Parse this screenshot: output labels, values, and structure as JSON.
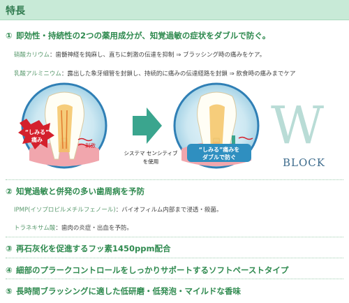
{
  "header": {
    "title": "特長"
  },
  "sections": [
    {
      "num": "①",
      "title": "即効性・持続性の2つの薬用成分が、知覚過敏の症状をダブルで防ぐ。",
      "lines": [
        {
          "term": "硝酸カリウム",
          "text": "：歯髄神経を鈍麻し、直ちに刺激の伝達を抑制 ⇒ ブラッシング時の痛みをケア。"
        },
        {
          "term": "乳酸アルミニウム",
          "text": "：露出した象牙細管を封鎖し、持続的に痛みの伝達経路を封鎖 ⇒ 飲食時の痛みまでケア"
        }
      ]
    },
    {
      "num": "②",
      "title": "知覚過敏と併発の多い歯周病を予防",
      "lines": [
        {
          "term": "IPMP(イソプロピルメチルフェノール)",
          "text": "：バイオフィルム内部まで浸透・殺菌。"
        },
        {
          "term": "トラネキサム酸",
          "text": "：歯肉の炎症・出血を予防。"
        }
      ]
    },
    {
      "num": "③",
      "title": "再石灰化を促進するフッ素1450ppm配合"
    },
    {
      "num": "④",
      "title": "細部のプラークコントロールをしっかりサポートするソフトペーストタイプ"
    },
    {
      "num": "⑤",
      "title": "長時間ブラッシングに適した低研磨・低発泡・マイルドな香味"
    }
  ],
  "illustration": {
    "pain_bubble": "“しみる”\n痛み",
    "stimulus": "刺激",
    "product_label": "システマ センシティブ\nを使用",
    "after_bubble": "“しみる”痛みを\nダブルで防ぐ",
    "wordmark_w": "W",
    "wordmark_block": "BLOCK"
  },
  "colors": {
    "header_bg": "#c8ead7",
    "heading": "#2f8a4f",
    "circle": "#2f7fb5",
    "arrow": "#3aa58e",
    "pain": "#d4202c"
  }
}
